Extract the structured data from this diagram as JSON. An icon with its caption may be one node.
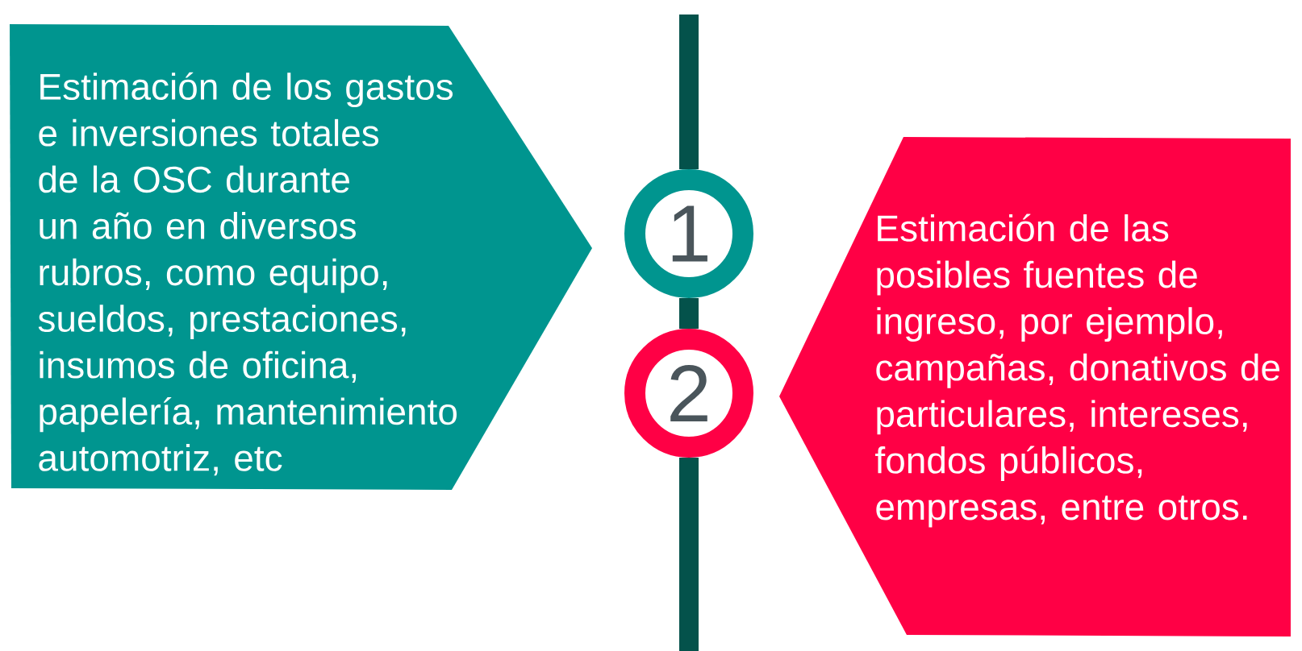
{
  "diagram": {
    "nodes": [
      {
        "text": [
          "Estimación de los gastos e inversiones totales de la OSC durante un año en diversos rubros, como equipo, sueldos, prestaciones, insumos de oficina, papelería, mantenimiento automotriz, etc"
        ]
      },
      {
        "text": [
          "1"
        ]
      },
      {
        "text": [
          "2"
        ]
      },
      {
        "text": [
          "Estimación de las posibles fuentes de ingreso, por ejemplo, campañas, donativos de particulares, intereses, fondos públicos, empresas, entre otros."
        ]
      }
    ],
    "edges": [
      {
        "from": null,
        "to": 1,
        "arrow": "none"
      },
      {
        "from": 1,
        "to": 2,
        "arrow": "none"
      },
      {
        "from": 2,
        "to": null,
        "arrow": "none"
      }
    ]
  }
}
